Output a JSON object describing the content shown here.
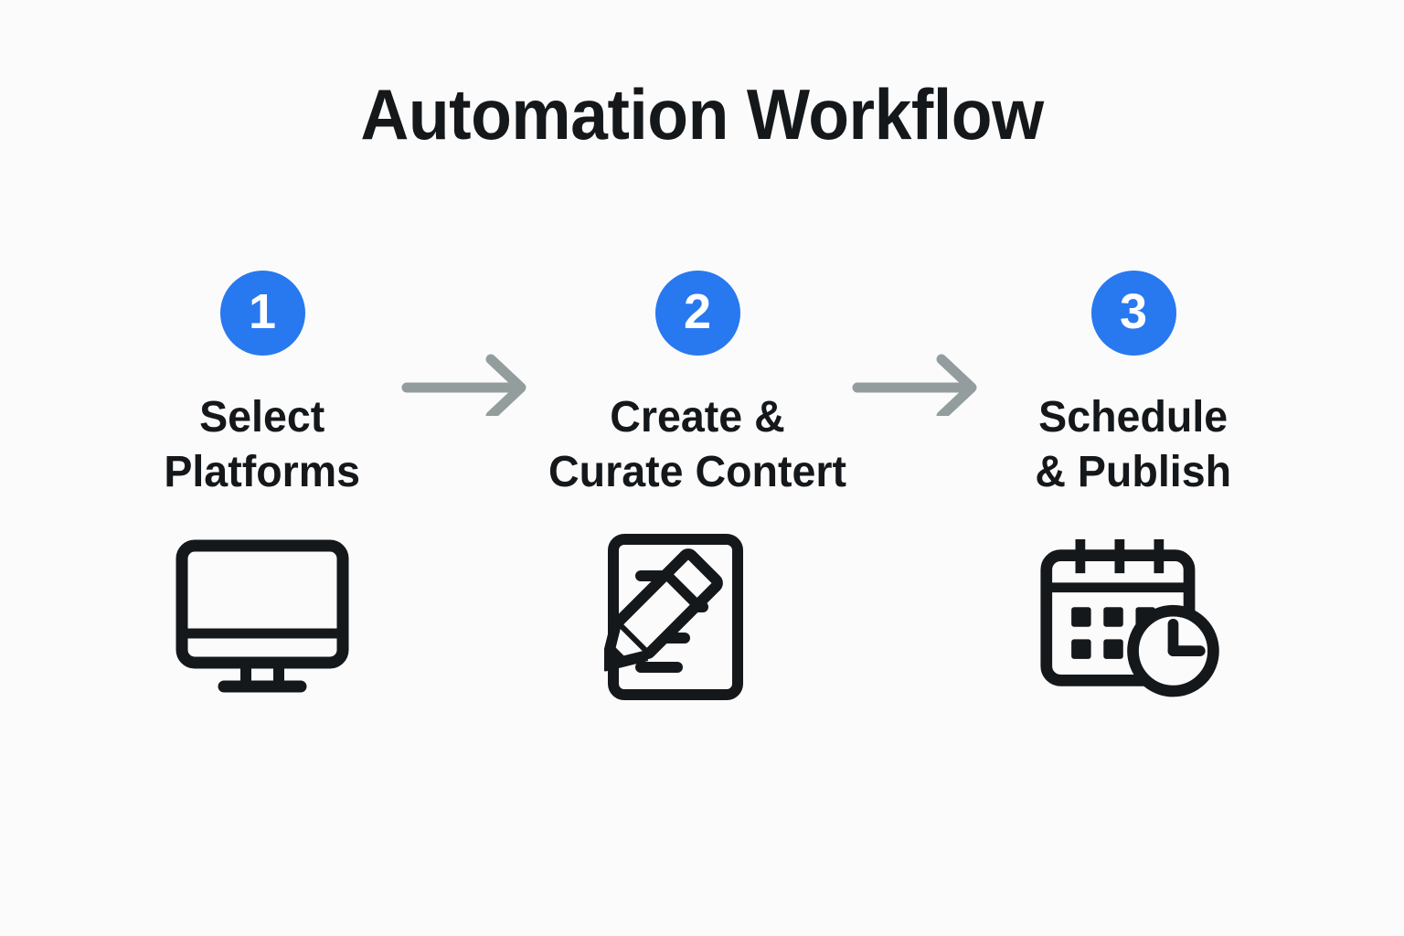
{
  "page": {
    "title": "Automation Workflow",
    "background_color": "#fbfbfb",
    "accent_color": "#2878f0",
    "text_color": "#15181b",
    "arrow_color": "#939d9d"
  },
  "steps": [
    {
      "number": "1",
      "label": "Select\nPlatforms",
      "label_line1": "Select",
      "label_line2": "Platforms",
      "icon": "monitor-icon"
    },
    {
      "number": "2",
      "label": "Create &\nCurate Contert",
      "label_line1": "Create &",
      "label_line2": "Curate Contert",
      "icon": "document-pencil-icon"
    },
    {
      "number": "3",
      "label": "Schedule\n& Publish",
      "label_line1": "Schedule",
      "label_line2": "& Publish",
      "icon": "calendar-clock-icon"
    }
  ],
  "connectors": [
    {
      "name": "arrow-right-icon",
      "from": "1",
      "to": "2"
    },
    {
      "name": "arrow-right-icon",
      "from": "2",
      "to": "3"
    }
  ]
}
